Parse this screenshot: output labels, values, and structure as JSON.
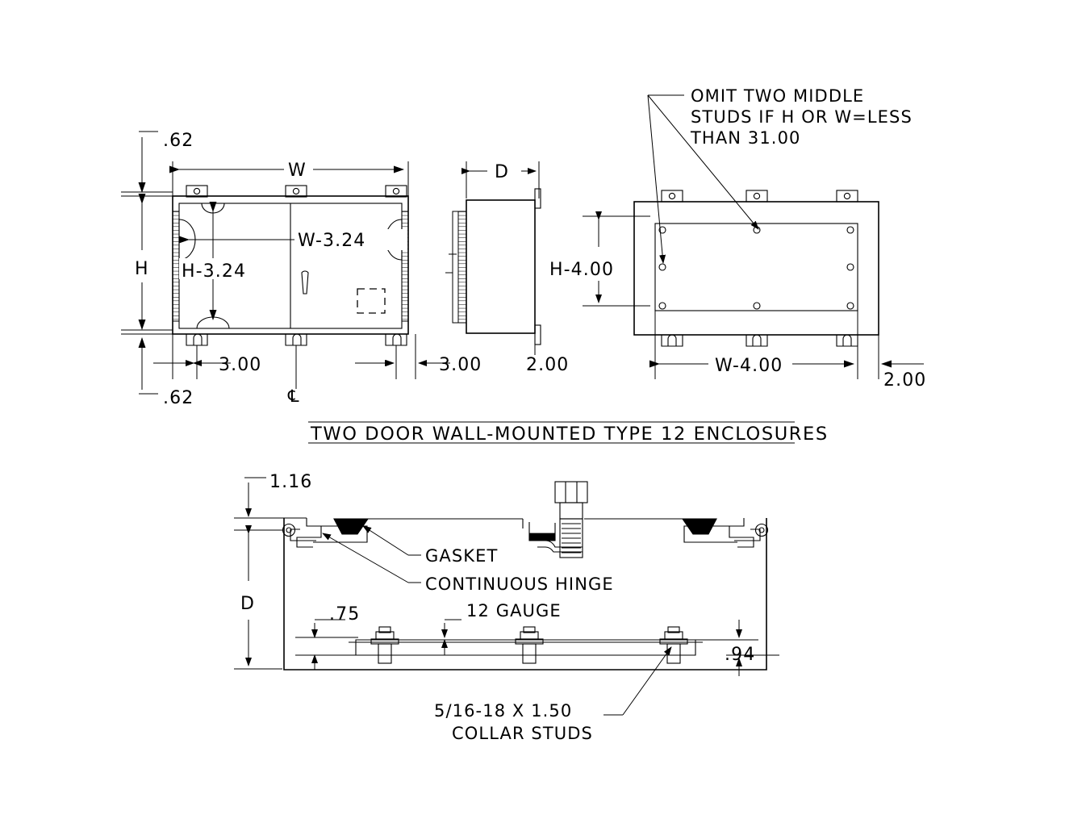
{
  "sheet": {
    "title": "TWO DOOR WALL-MOUNTED TYPE 12 ENCLOSURES",
    "background_color": "#ffffff",
    "line_color": "#000000"
  },
  "front_view": {
    "name": "front-view",
    "dimensions": {
      "top_left_offset": ".62",
      "bottom_left_offset": ".62",
      "overall_width": "W",
      "overall_height": "H",
      "door_width": "W-3.24",
      "door_height": "H-3.24",
      "bracket_spacing": "3.00"
    },
    "centerline_symbol": "℄"
  },
  "side_view": {
    "name": "side-view",
    "dimensions": {
      "depth": "D",
      "bracket_spacing": "3.00",
      "bracket_edge": "2.00"
    }
  },
  "rear_view": {
    "name": "rear-view",
    "note": {
      "line1": "OMIT TWO MIDDLE",
      "line2": "STUDS IF H OR W=LESS",
      "line3": "THAN 31.00"
    },
    "dimensions": {
      "stud_height": "H-4.00",
      "stud_width": "W-4.00",
      "edge_offset": "2.00"
    },
    "stud_hole_count": 8
  },
  "section_view": {
    "name": "section-view",
    "dimensions": {
      "flange": "1.16",
      "depth": "D",
      "panel_offset": ".75",
      "panel_gap": ".94"
    },
    "labels": {
      "gasket": "GASKET",
      "hinge": "CONTINUOUS HINGE",
      "gauge": "12 GAUGE",
      "studs_line1": "5/16-18 X 1.50",
      "studs_line2": "COLLAR STUDS"
    }
  }
}
